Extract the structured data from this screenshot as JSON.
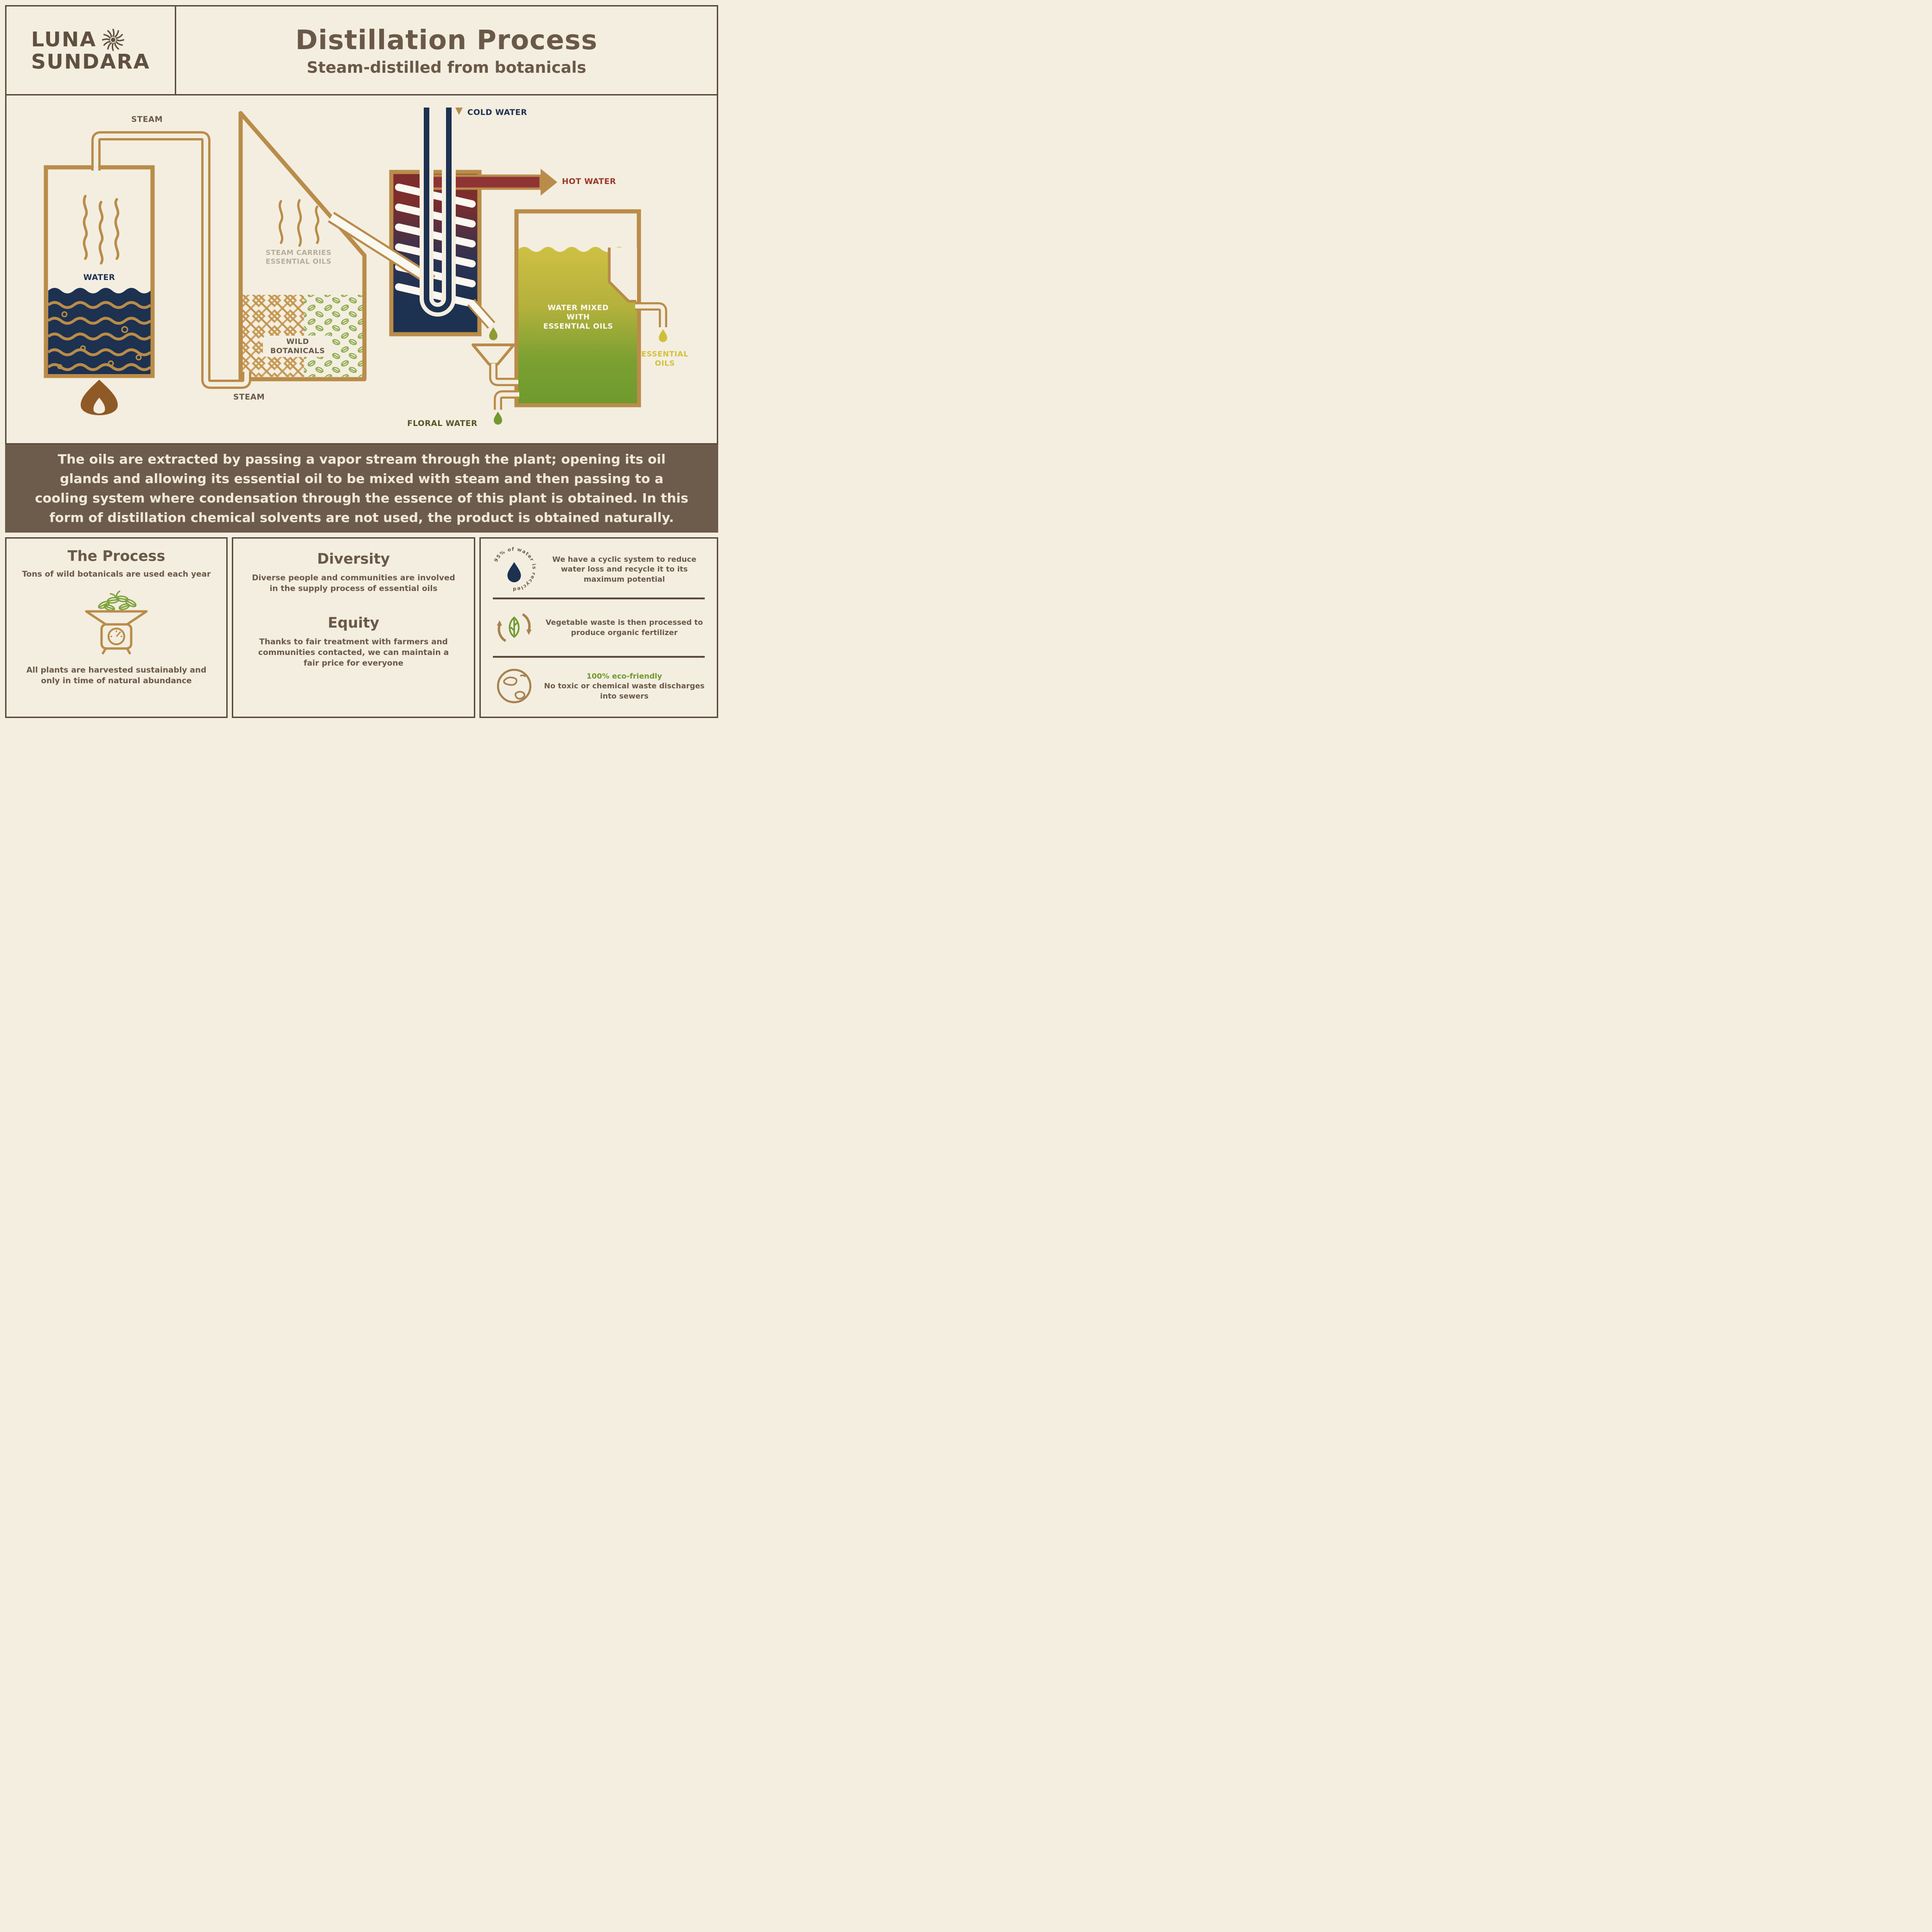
{
  "palette": {
    "cream": "#f4eee1",
    "brown": "#6a5948",
    "border_brown": "#5b4c3c",
    "band_brown": "#6d5c4b",
    "tan": "#b98c49",
    "navy": "#1d3150",
    "red": "#8f3434",
    "yellow": "#cfbe3a",
    "green": "#71992e",
    "gray": "#b5ae9f"
  },
  "header": {
    "logo_line1": "LUNA",
    "logo_line2": "SUNDARA",
    "title": "Distillation Process",
    "subtitle": "Steam-distilled from botanicals"
  },
  "diagram": {
    "steam_top_label": "STEAM",
    "water_label": "WATER",
    "steam_bottom_label": "STEAM",
    "steam_carries_label": "STEAM CARRIES ESSENTIAL OILS",
    "wild_botanicals_label": "WILD BOTANICALS",
    "cold_water_label": "COLD WATER",
    "hot_water_label": "HOT WATER",
    "water_mixed_label": "WATER MIXED WITH ESSENTIAL OILS",
    "essential_oils_label": "ESSENTIAL OILS",
    "floral_water_label": "FLORAL WATER"
  },
  "description": "The oils are extracted by passing a vapor stream through the plant; opening its oil glands and allowing its essential oil to be mixed with steam and then passing to a cooling system where condensation through the essence of this plant is obtained. In this form of distillation chemical solvents are not used, the product is obtained naturally.",
  "process": {
    "title": "The Process",
    "intro": "Tons of wild botanicals are used each year",
    "note": "All plants are harvested sustainably and only in time of natural abundance"
  },
  "diversity": {
    "title": "Diversity",
    "text": "Diverse people and communities are involved in the supply process of essential oils"
  },
  "equity": {
    "title": "Equity",
    "text": "Thanks to fair treatment with farmers and communities contacted, we can maintain a fair price for everyone"
  },
  "sustainability": {
    "water_badge_text": "95% of water is recycled",
    "rows": [
      {
        "icon": "water-drop-recycled-badge",
        "text": "We have a cyclic system to reduce water loss and recycle it to its maximum potential"
      },
      {
        "icon": "recycle-leaf-icon",
        "text": "Vegetable waste is then processed to produce organic fertilizer"
      },
      {
        "icon": "earth-icon",
        "highlight": "100% eco-friendly",
        "text": "No toxic or chemical waste discharges into sewers"
      }
    ]
  }
}
